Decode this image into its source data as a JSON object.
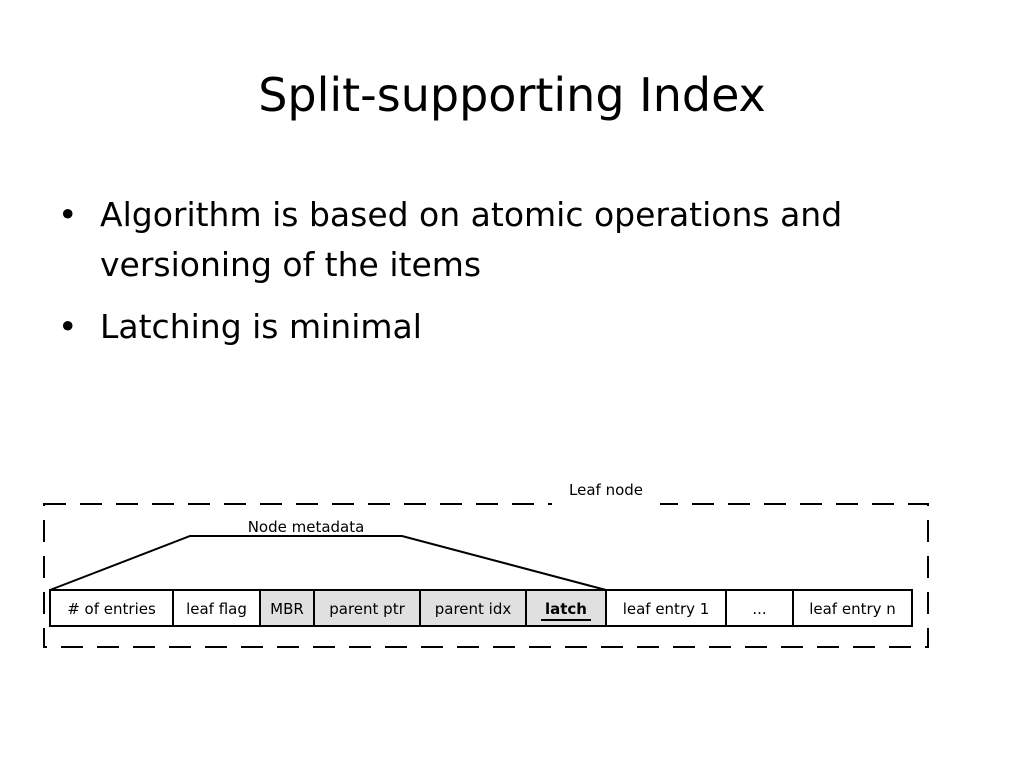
{
  "slide": {
    "title": "Split-supporting Index",
    "bullet_symbol": "•",
    "bullets": [
      "Algorithm is based on atomic operations and versioning of the items",
      "Latching is minimal"
    ]
  },
  "diagram": {
    "outer_label": "Leaf node",
    "group_label": "Node metadata",
    "cells": [
      {
        "label": "# of entries",
        "shaded": false,
        "bold": false
      },
      {
        "label": "leaf flag",
        "shaded": false,
        "bold": false
      },
      {
        "label": "MBR",
        "shaded": true,
        "bold": false
      },
      {
        "label": "parent ptr",
        "shaded": true,
        "bold": false
      },
      {
        "label": "parent idx",
        "shaded": true,
        "bold": false
      },
      {
        "label": "latch",
        "shaded": true,
        "bold": true
      },
      {
        "label": "leaf entry 1",
        "shaded": false,
        "bold": false
      },
      {
        "label": "...",
        "shaded": false,
        "bold": false
      },
      {
        "label": "leaf entry n",
        "shaded": false,
        "bold": false
      }
    ],
    "colors": {
      "shaded_cell": "#e0e0e0",
      "line": "#000000"
    }
  }
}
